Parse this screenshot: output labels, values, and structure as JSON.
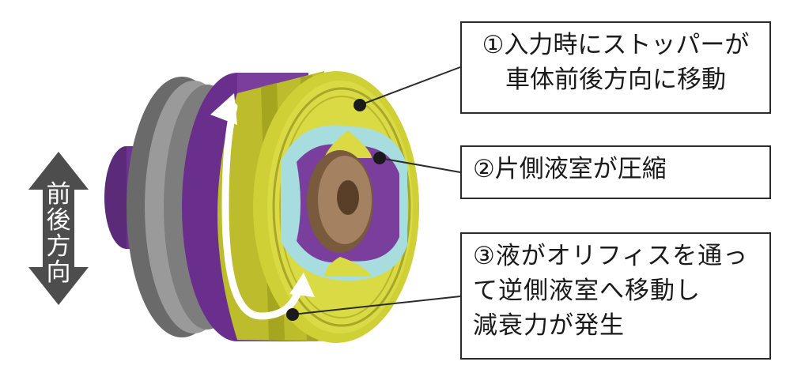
{
  "direction_arrow": {
    "label_chars": [
      "前",
      "後",
      "方",
      "向"
    ],
    "color": "#4d4d4d"
  },
  "callouts": [
    {
      "lines": [
        "①入力時にストッパーが",
        "車体前後方向に移動"
      ]
    },
    {
      "lines": [
        "②片側液室が圧縮"
      ]
    },
    {
      "lines": [
        "③液がオリフィスを通っ",
        "て逆側液室へ移動し",
        "減衰力が発生"
      ]
    }
  ],
  "colors": {
    "yellow": "#d6d63a",
    "yellow_dark": "#9c9c1e",
    "purple": "#7a3e9c",
    "light_blue": "#a8dde0",
    "gray_rim": "#8a8a8a",
    "bronze": "#8a6a4a"
  }
}
